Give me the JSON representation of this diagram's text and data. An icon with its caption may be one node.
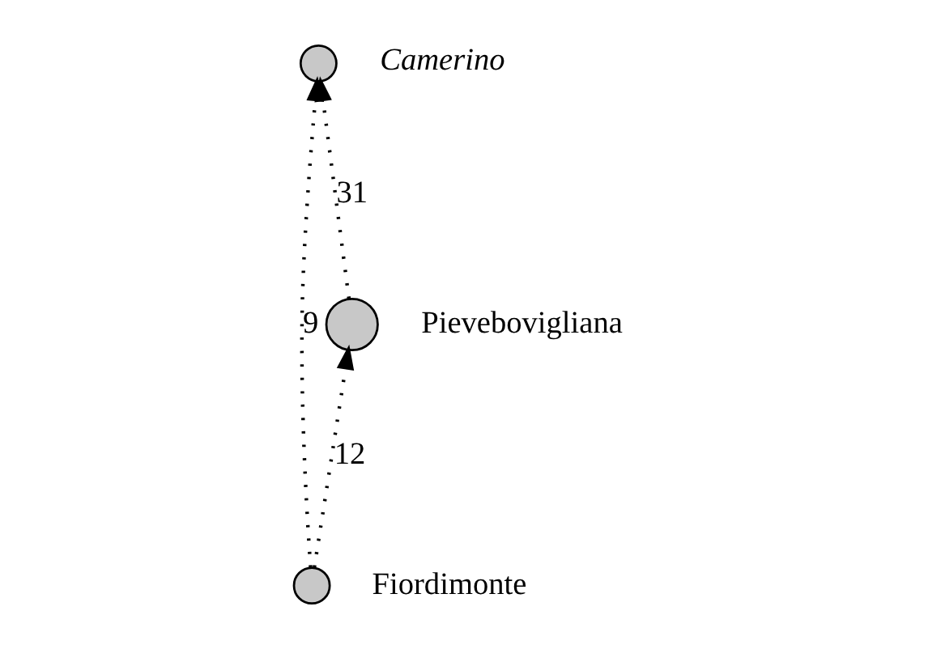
{
  "diagram": {
    "nodes": [
      {
        "text": [],
        "shape": "circle",
        "beside": [
          "Camerino"
        ]
      },
      {
        "text": [],
        "shape": "circle",
        "beside": [
          "Pievebovigliana"
        ]
      },
      {
        "text": [],
        "shape": "circle",
        "beside": [
          "Fiordimonte"
        ]
      }
    ],
    "edges": [
      {
        "from": 2,
        "to": 0,
        "arrow": "to",
        "label": "9"
      },
      {
        "from": 2,
        "to": 1,
        "arrow": "to",
        "label": "12"
      },
      {
        "from": 1,
        "to": 0,
        "arrow": "to",
        "label": "31"
      }
    ]
  }
}
